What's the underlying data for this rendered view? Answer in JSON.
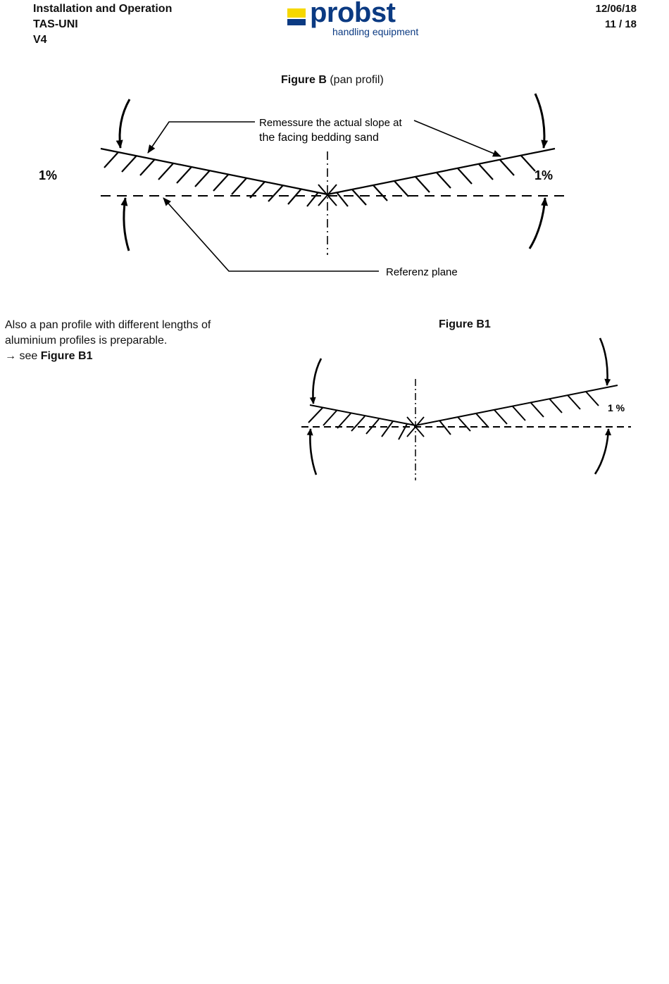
{
  "header": {
    "title": "Installation and Operation",
    "product": "TAS-UNI",
    "version": "V4",
    "date": "12/06/18",
    "page": "11 / 18"
  },
  "logo": {
    "brand": "probst",
    "tagline": "handling equipment",
    "colors": {
      "yellow": "#f6d800",
      "blue": "#0b3a82"
    }
  },
  "figure_b": {
    "caption_bold": "Figure B",
    "caption_rest": " (pan profil)",
    "annotation_line1": "Remessure the actual slope at",
    "annotation_line2": "the facing bedding sand",
    "reference_label": "Referenz plane",
    "slope_left": "1%",
    "slope_right": "1%"
  },
  "body": {
    "line1": "Also a pan profile with different lengths of",
    "line2": "aluminium profiles is preparable.",
    "see_arrow": "→",
    "see_text": " see ",
    "see_ref": "Figure B1"
  },
  "figure_b1": {
    "caption": "Figure B1",
    "slope_right": "1 %"
  }
}
